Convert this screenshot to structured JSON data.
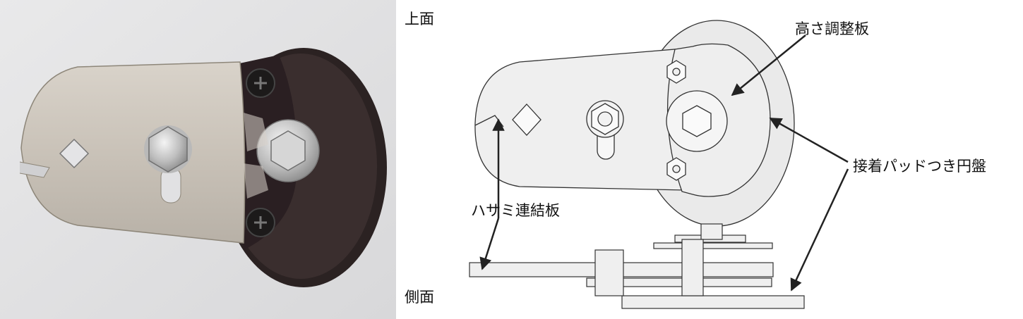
{
  "labels": {
    "top_view": "上面",
    "side_view": "側面",
    "height_plate": "高さ調整板",
    "scissor_plate": "ハサミ連結板",
    "pad_disc": "接着パッドつき円盤"
  },
  "colors": {
    "line": "#222222",
    "part_fill": "#ececec",
    "metal": "#c8c3bc",
    "rubber_disc": "#2b2222",
    "wall": "#e3e3e3"
  }
}
